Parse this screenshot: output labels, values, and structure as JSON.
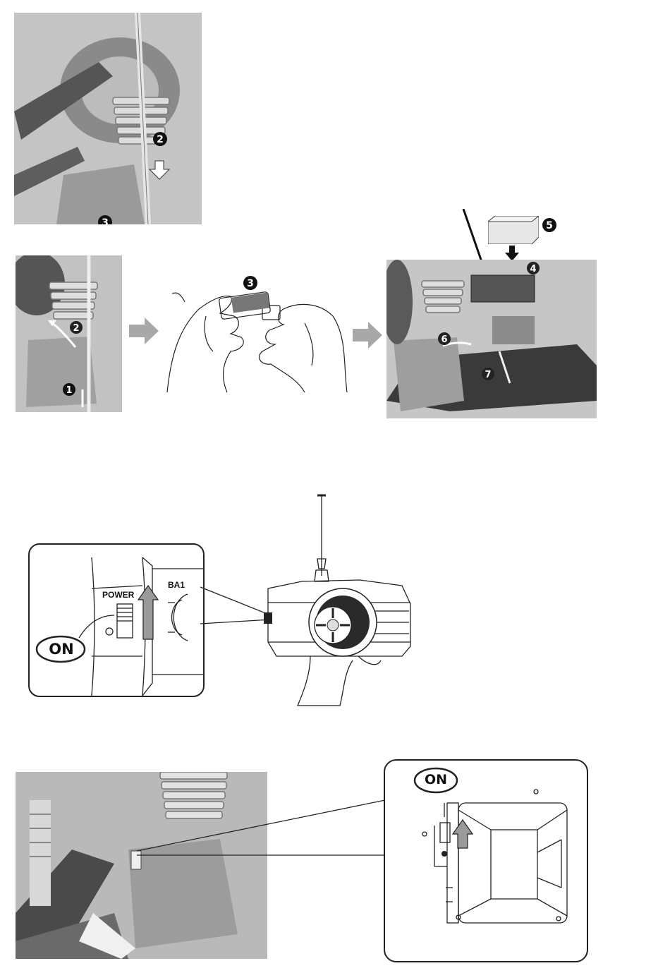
{
  "markers": {
    "step1_num2": "2",
    "step1_num3": "3",
    "step2_num2": "2",
    "step2_num1": "1",
    "step3_num3": "3",
    "step4_num5": "5",
    "step4_num4": "4",
    "step4_num6": "6",
    "step4_num7": "7"
  },
  "transmitter_callout": {
    "power_label": "POWER",
    "bat_label": "BA1",
    "on_label": "ON"
  },
  "receiver_callout": {
    "on_label": "ON"
  },
  "colors": {
    "photo_gray": "#bdbdbd",
    "arrow_gray": "#a8a8a8",
    "line": "#222222"
  }
}
